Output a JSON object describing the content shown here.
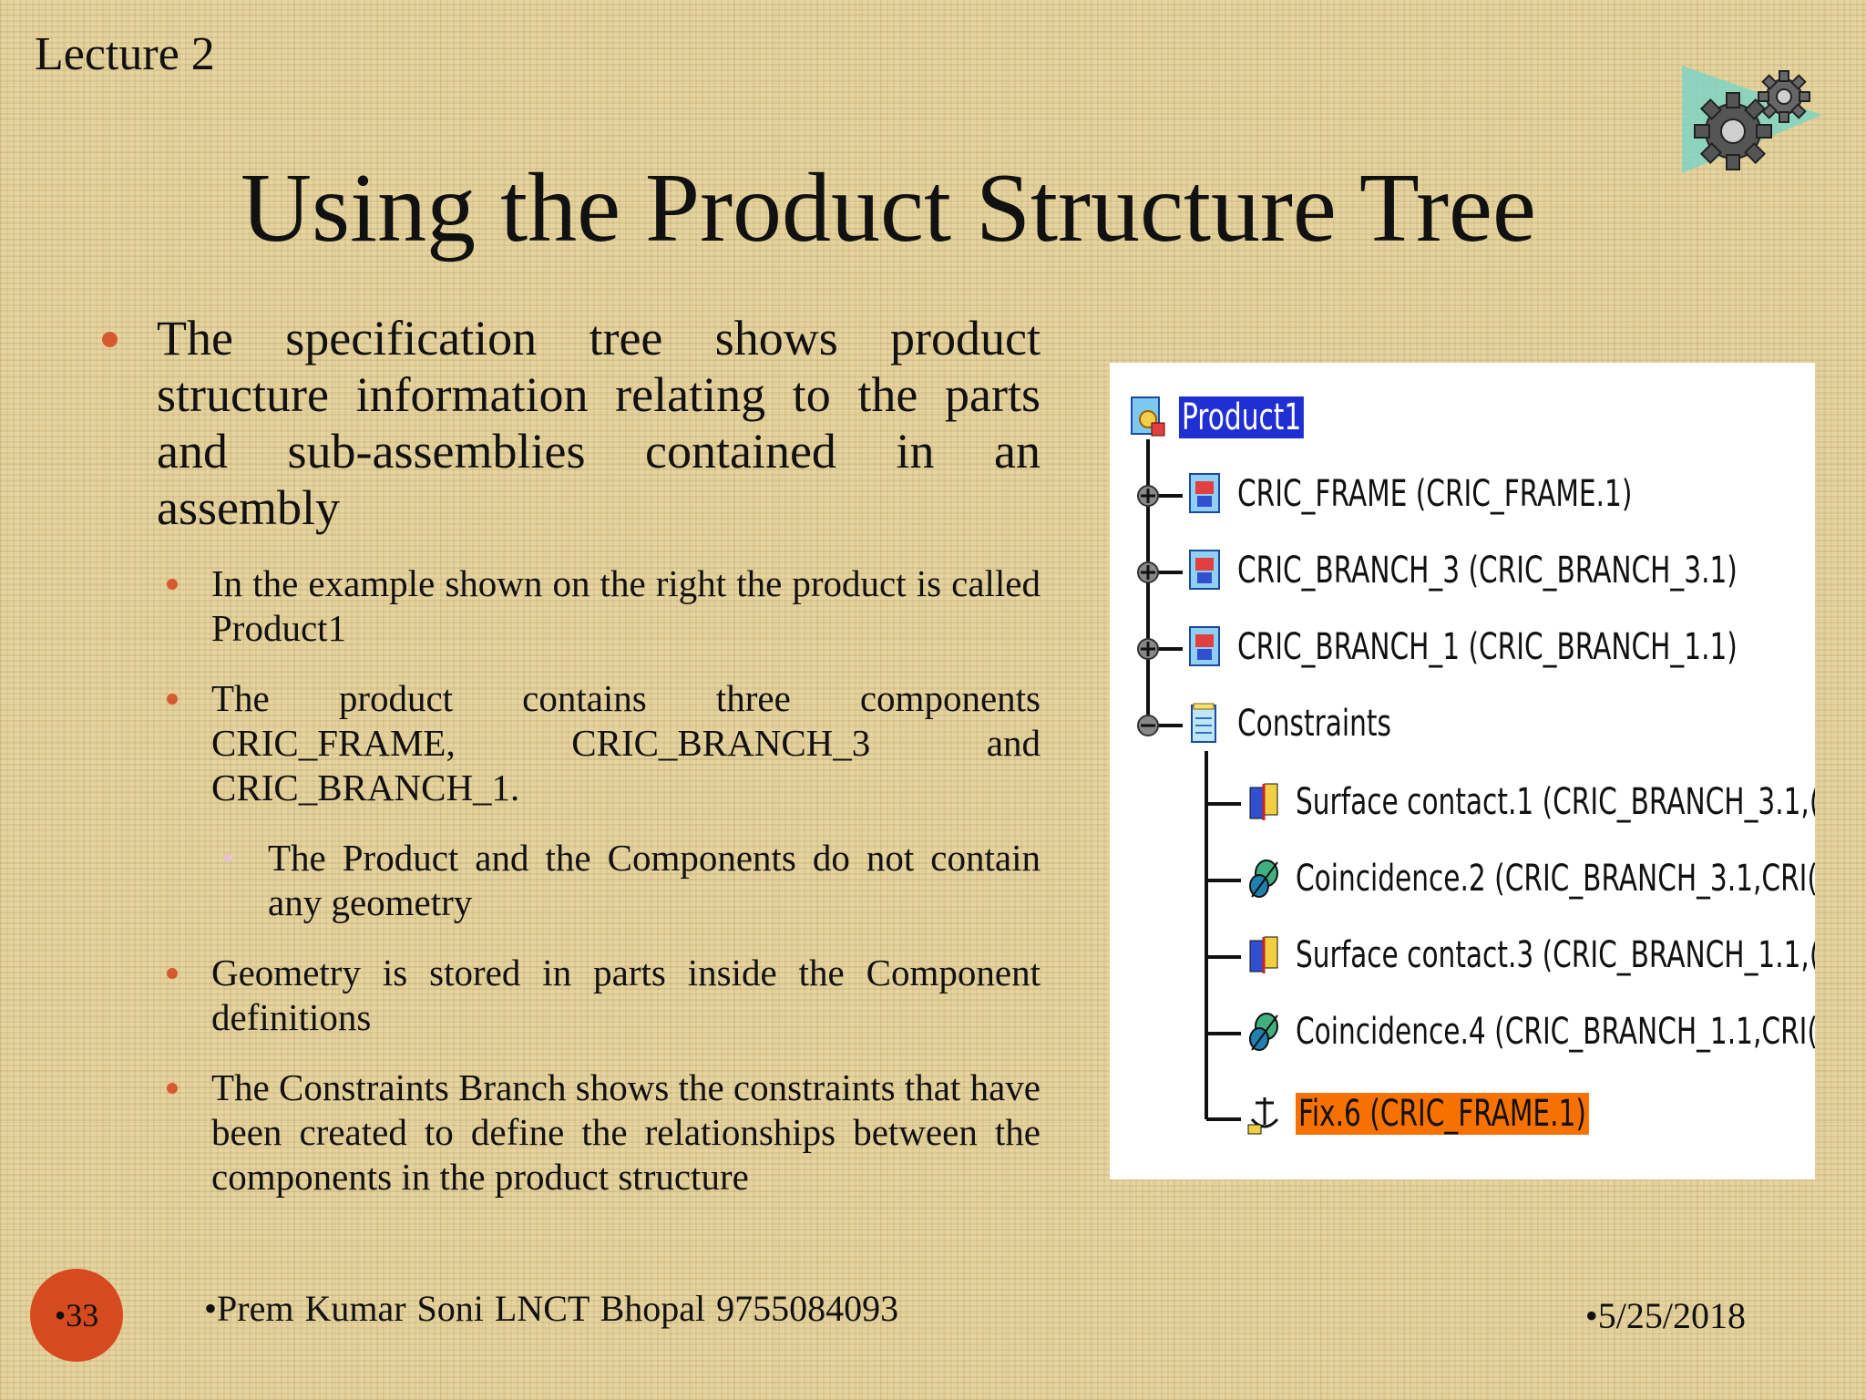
{
  "header": {
    "lecture": "Lecture 2",
    "title": "Using the Product Structure Tree"
  },
  "bullets": [
    {
      "level": 1,
      "text": "The specification tree shows product structure information relating to the parts and sub-assemblies contained in an assembly"
    },
    {
      "level": 2,
      "text": "In the example shown on the right the product is called Product1"
    },
    {
      "level": 2,
      "text": "The product contains three components CRIC_FRAME, CRIC_BRANCH_3 and CRIC_BRANCH_1."
    },
    {
      "level": 3,
      "text": "The Product and the Components do not contain any geometry"
    },
    {
      "level": 2,
      "text": "Geometry is stored in parts inside the Component definitions"
    },
    {
      "level": 2,
      "text": "The Constraints Branch shows the constraints that have been created to define the relationships between the components in the product structure"
    }
  ],
  "tree": {
    "root": "Product1",
    "components": [
      "CRIC_FRAME (CRIC_FRAME.1)",
      "CRIC_BRANCH_3 (CRIC_BRANCH_3.1)",
      "CRIC_BRANCH_1 (CRIC_BRANCH_1.1)"
    ],
    "constraints_label": "Constraints",
    "constraints": [
      {
        "text": "Surface contact.1 (CRIC_BRANCH_3.1,(",
        "icon": "surface-contact-icon"
      },
      {
        "text": "Coincidence.2 (CRIC_BRANCH_3.1,CRI(",
        "icon": "coincidence-icon"
      },
      {
        "text": "Surface contact.3 (CRIC_BRANCH_1.1,(",
        "icon": "surface-contact-icon"
      },
      {
        "text": "Coincidence.4 (CRIC_BRANCH_1.1,CRI(",
        "icon": "coincidence-icon"
      },
      {
        "text": "Fix.6 (CRIC_FRAME.1)",
        "icon": "fix-anchor-icon"
      }
    ],
    "selection_colors": {
      "root": "#1f2fd1",
      "fix": "#f77100"
    }
  },
  "footer": {
    "page_number": "•33",
    "author": "•Prem Kumar Soni  LNCT  Bhopal   9755084093",
    "date": "•5/25/2018"
  },
  "colors": {
    "bullet": "#d65a31",
    "page_badge": "#d64a1f"
  }
}
